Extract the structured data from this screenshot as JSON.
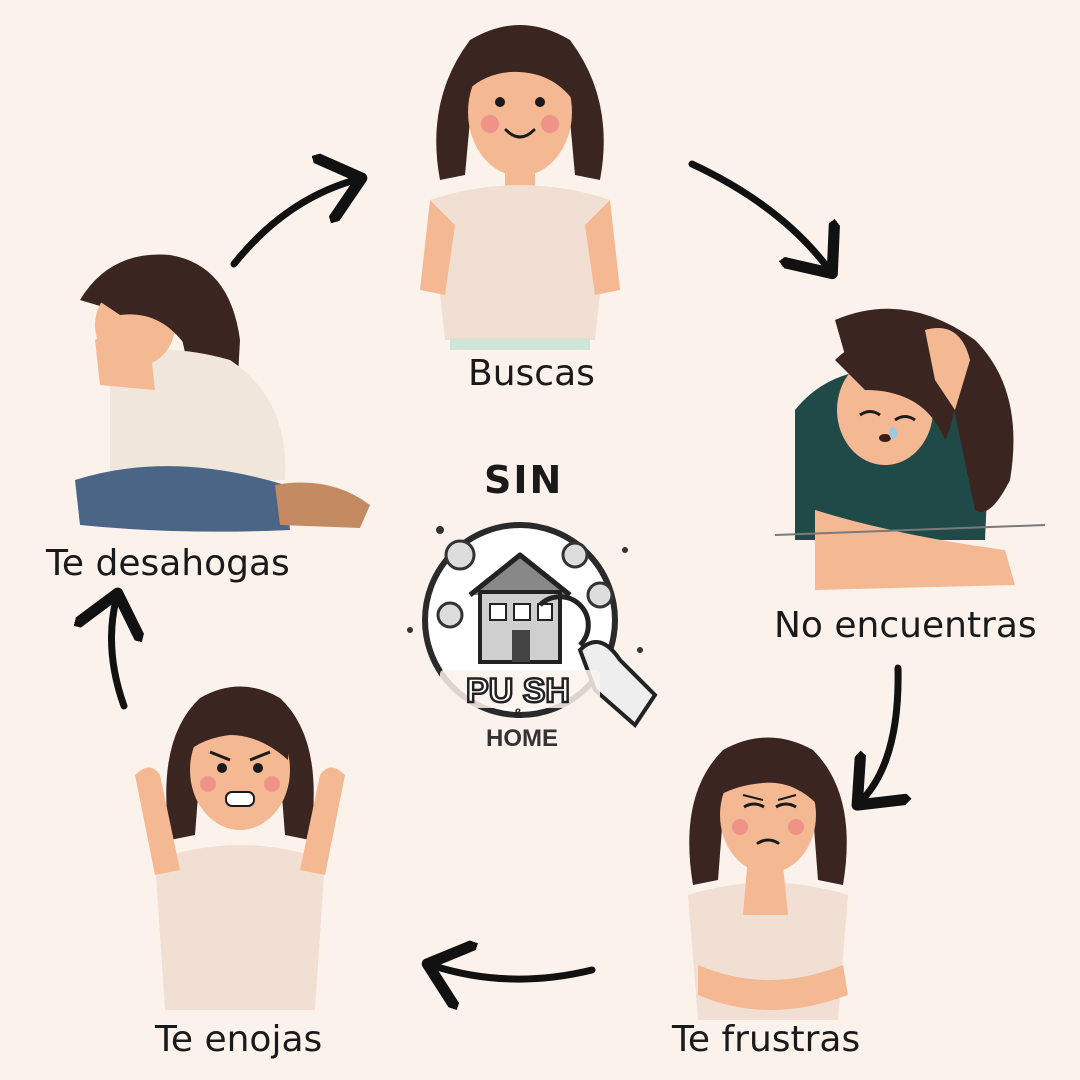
{
  "cycle": {
    "steps": [
      {
        "label": "Buscas",
        "emotion": "happy"
      },
      {
        "label": "No encuentras",
        "emotion": "sad-crying"
      },
      {
        "label": "Te frustras",
        "emotion": "frustrated"
      },
      {
        "label": "Te enojas",
        "emotion": "angry"
      },
      {
        "label": "Te desahogas",
        "emotion": "crying-kneeling"
      }
    ]
  },
  "center": {
    "prefix": "SIN",
    "logo_line1": "PU SH",
    "logo_amp": "&",
    "logo_line2": "HOME"
  },
  "colors": {
    "background": "#fcf2ec",
    "skin": "#f4b993",
    "hair": "#3a2520",
    "shirt": "#f2dfd3",
    "teal_shirt": "#1f4a48",
    "jeans": "#4a6585",
    "arrow": "#111111"
  }
}
